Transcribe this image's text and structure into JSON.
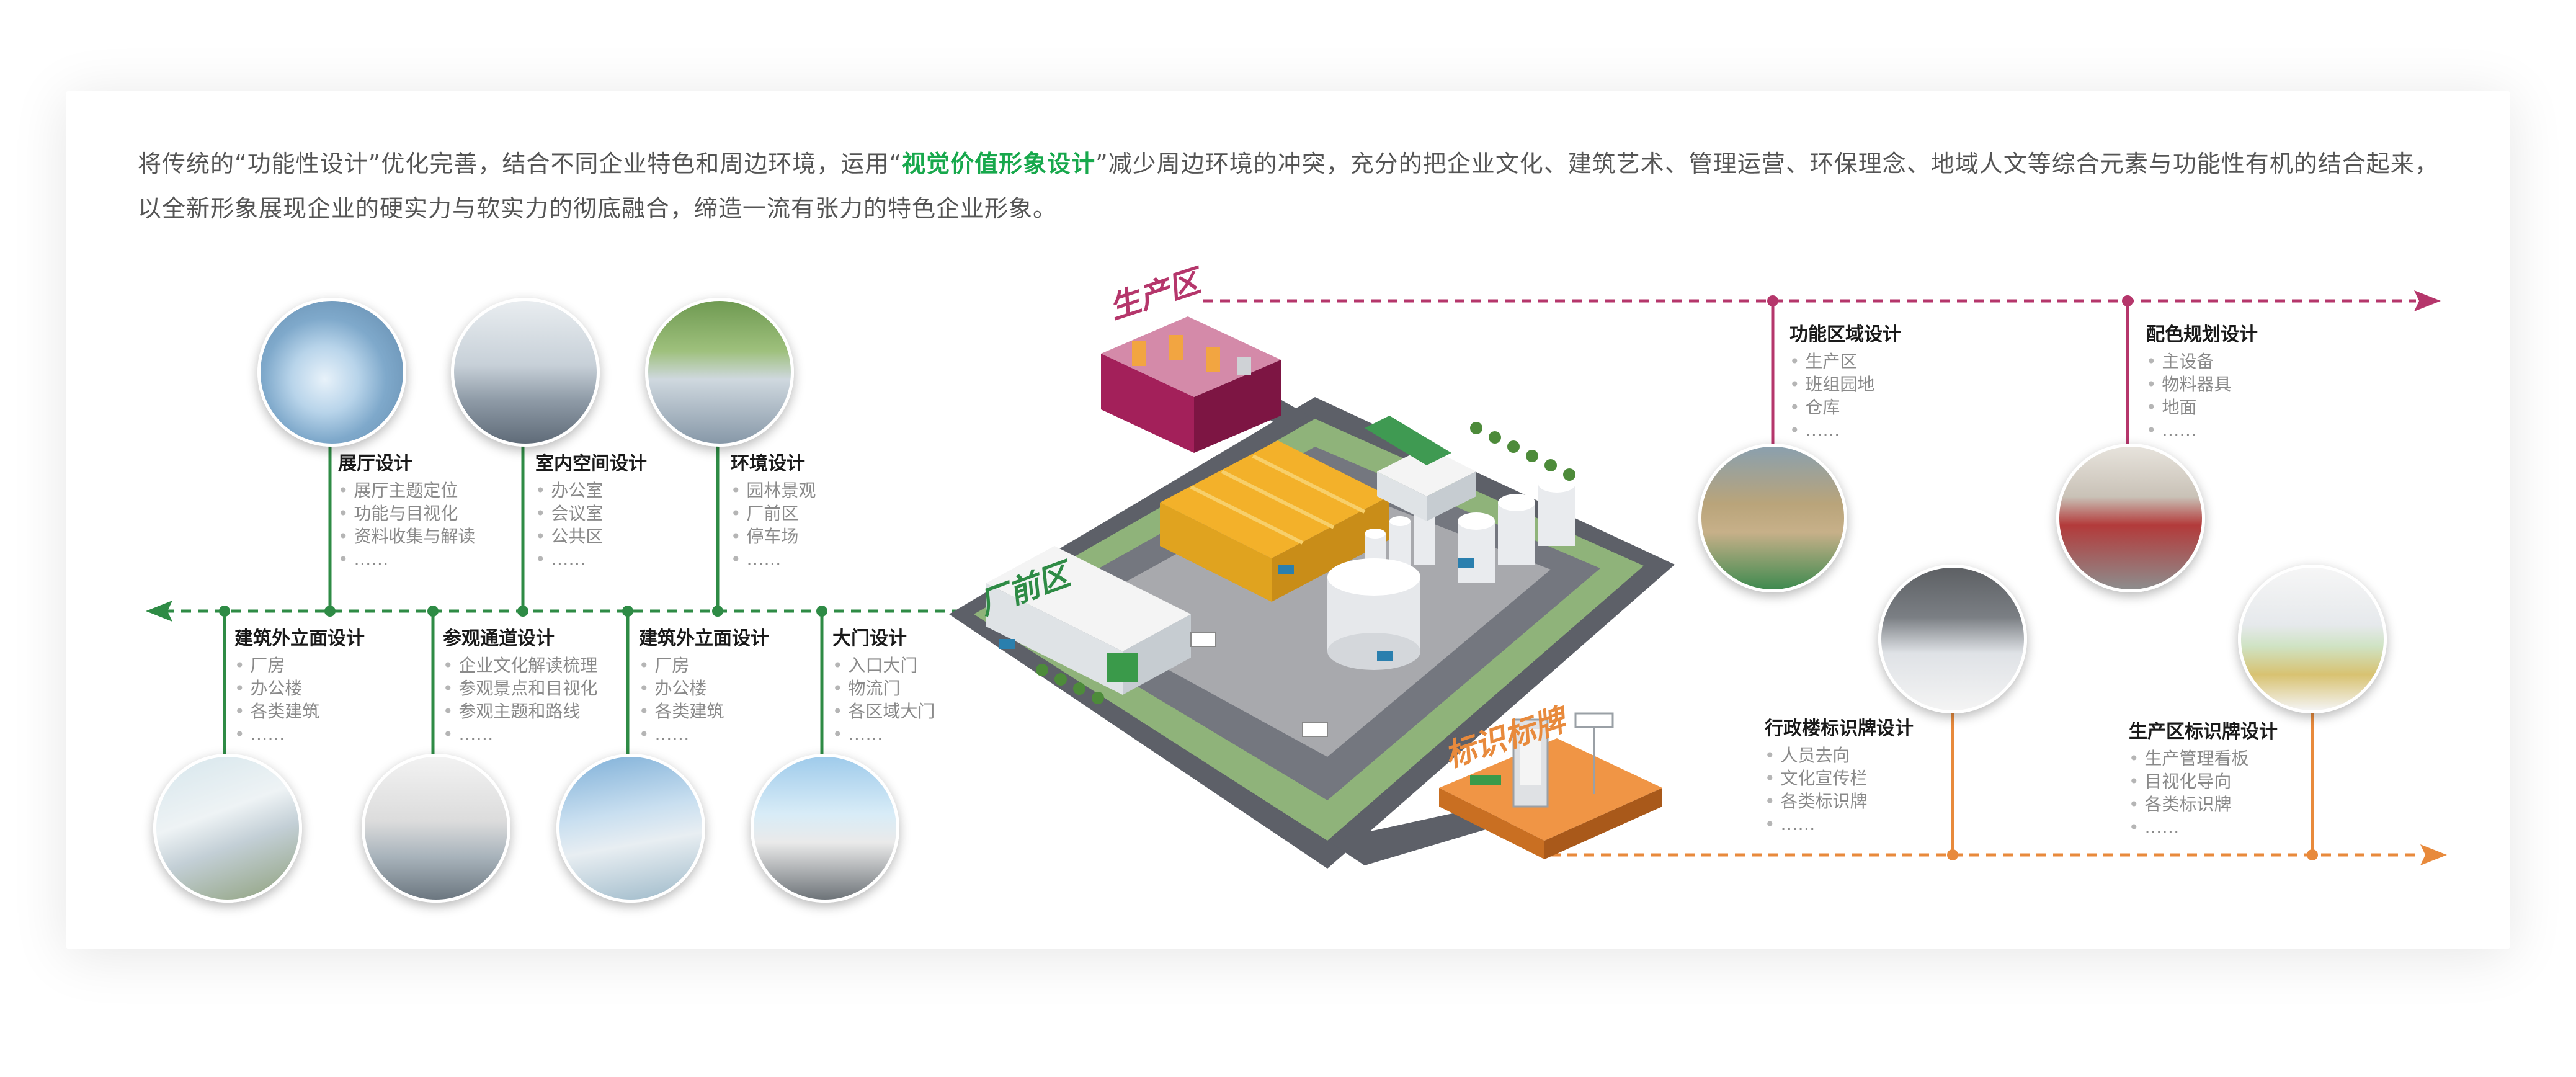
{
  "intro": {
    "part1": "将传统的“功能性设计”优化完善，结合不同企业特色和周边环境，运用“",
    "highlight": "视觉价值形象设计",
    "part2": "”减少周边环境的冲突，充分的把企业文化、建筑艺术、管理运营、环保理念、地域人文等综合元素与功能性有机的结合起来，以全新形象展现企业的硬实力与软实力的彻底融合，缔造一流有张力的特色企业形象。"
  },
  "zones": {
    "production": "生产区",
    "factory_front": "厂前区",
    "signage": "标识标牌"
  },
  "colors": {
    "green": "#2e8b45",
    "magenta": "#b5366b",
    "orange": "#e88a3c",
    "highlight": "#17a84c"
  },
  "top_items": [
    {
      "title": "展厅设计",
      "items": [
        "展厅主题定位",
        "功能与目视化",
        "资料收集与解读",
        "……"
      ]
    },
    {
      "title": "室内空间设计",
      "items": [
        "办公室",
        "会议室",
        "公共区",
        "……"
      ]
    },
    {
      "title": "环境设计",
      "items": [
        "园林景观",
        "厂前区",
        "停车场",
        "……"
      ]
    }
  ],
  "bottom_items": [
    {
      "title": "建筑外立面设计",
      "items": [
        "厂房",
        "办公楼",
        "各类建筑",
        "……"
      ]
    },
    {
      "title": "参观通道设计",
      "items": [
        "企业文化解读梳理",
        "参观景点和目视化",
        "参观主题和路线",
        "……"
      ]
    },
    {
      "title": "建筑外立面设计",
      "items": [
        "厂房",
        "办公楼",
        "各类建筑",
        "……"
      ]
    },
    {
      "title": "大门设计",
      "items": [
        "入口大门",
        "物流门",
        "各区域大门",
        "……"
      ]
    }
  ],
  "production_items": [
    {
      "title": "功能区域设计",
      "items": [
        "生产区",
        "班组园地",
        "仓库",
        "……"
      ]
    },
    {
      "title": "配色规划设计",
      "items": [
        "主设备",
        "物料器具",
        "地面",
        "……"
      ]
    }
  ],
  "signage_items": [
    {
      "title": "行政楼标识牌设计",
      "items": [
        "人员去向",
        "文化宣传栏",
        "各类标识牌",
        "……"
      ]
    },
    {
      "title": "生产区标识牌设计",
      "items": [
        "生产管理看板",
        "目视化导向",
        "各类标识牌",
        "……"
      ]
    }
  ]
}
